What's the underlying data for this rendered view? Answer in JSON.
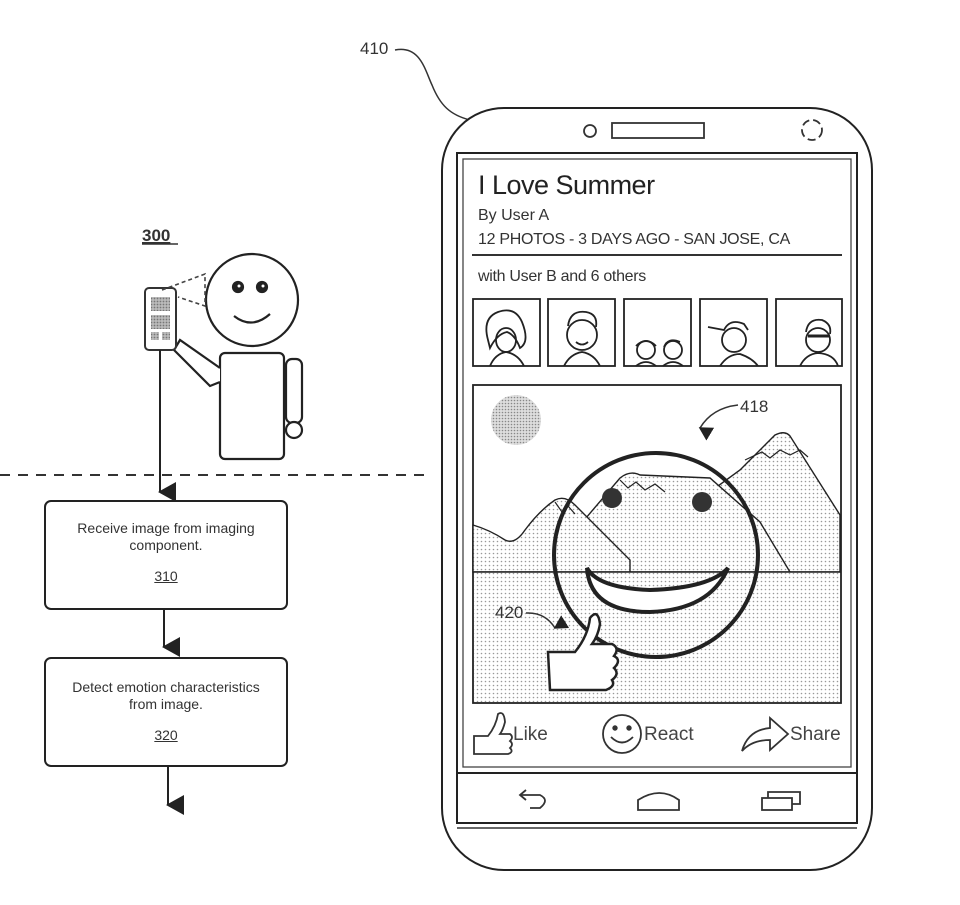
{
  "figure": {
    "left_diagram": {
      "ref_label": "300",
      "steps": [
        {
          "text": "Receive image from imaging component.",
          "ref": "310"
        },
        {
          "text": "Detect emotion characteristics from image.",
          "ref": "320"
        }
      ]
    },
    "device": {
      "ref_label": "410",
      "post": {
        "title": "I Love Summer",
        "author": "By User A",
        "meta": "12 PHOTOS - 3 DAYS AGO - SAN JOSE, CA",
        "tagged": "with User B and 6 others",
        "thumbnails": [
          {
            "icon": "woman-face"
          },
          {
            "icon": "man-face"
          },
          {
            "icon": "two-people"
          },
          {
            "icon": "person-with-hat"
          },
          {
            "icon": "person-with-sunglasses"
          }
        ],
        "photo": {
          "emotion_overlay_ref": "418",
          "reaction_overlay_ref": "420"
        },
        "actions": [
          {
            "label": "Like",
            "icon": "thumbs-up-icon"
          },
          {
            "label": "React",
            "icon": "smiley-icon"
          },
          {
            "label": "Share",
            "icon": "share-arrow-icon"
          }
        ]
      },
      "nav_bar": [
        {
          "name": "back",
          "icon": "back-icon"
        },
        {
          "name": "home",
          "icon": "home-icon"
        },
        {
          "name": "recent-apps",
          "icon": "recent-apps-icon"
        }
      ]
    }
  }
}
